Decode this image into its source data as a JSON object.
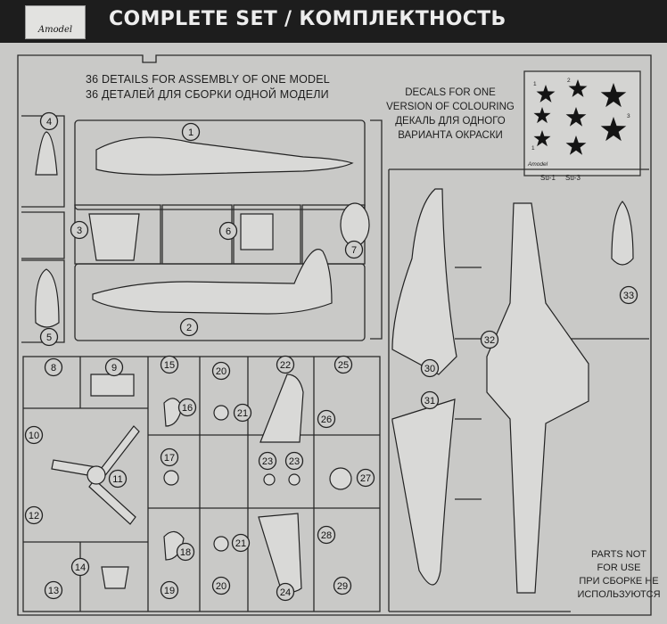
{
  "header": {
    "logo_text": "Amodel",
    "title": "COMPLETE SET / КОМПЛЕКТНОСТЬ"
  },
  "info": {
    "line_en": "36 DETAILS FOR ASSEMBLY OF ONE MODEL",
    "line_ru": "36 ДЕТАЛЕЙ ДЛЯ СБОРКИ ОДНОЙ МОДЕЛИ"
  },
  "decals": {
    "line1": "DECALS FOR ONE",
    "line2": "VERSION OF COLOURING",
    "line3": "ДЕКАЛЬ ДЛЯ ОДНОГО",
    "line4": "ВАРИАНТА ОКРАСКИ",
    "sheet_nums": [
      "1",
      "2",
      "3",
      "1"
    ],
    "sheet_logo": "Amodel",
    "sheet_labels": [
      "Su-1",
      "Su-3"
    ]
  },
  "warning": {
    "line1": "PARTS NOT",
    "line2": "FOR USE",
    "line3": "ПРИ СБОРКЕ НЕ",
    "line4": "ИСПОЛЬЗУЮТСЯ"
  },
  "part_numbers": [
    "1",
    "2",
    "3",
    "4",
    "5",
    "6",
    "7",
    "8",
    "9",
    "10",
    "11",
    "12",
    "13",
    "14",
    "15",
    "16",
    "17",
    "18",
    "19",
    "20",
    "20",
    "21",
    "21",
    "22",
    "23",
    "23",
    "24",
    "25",
    "26",
    "27",
    "28",
    "29",
    "30",
    "31",
    "32",
    "33"
  ]
}
